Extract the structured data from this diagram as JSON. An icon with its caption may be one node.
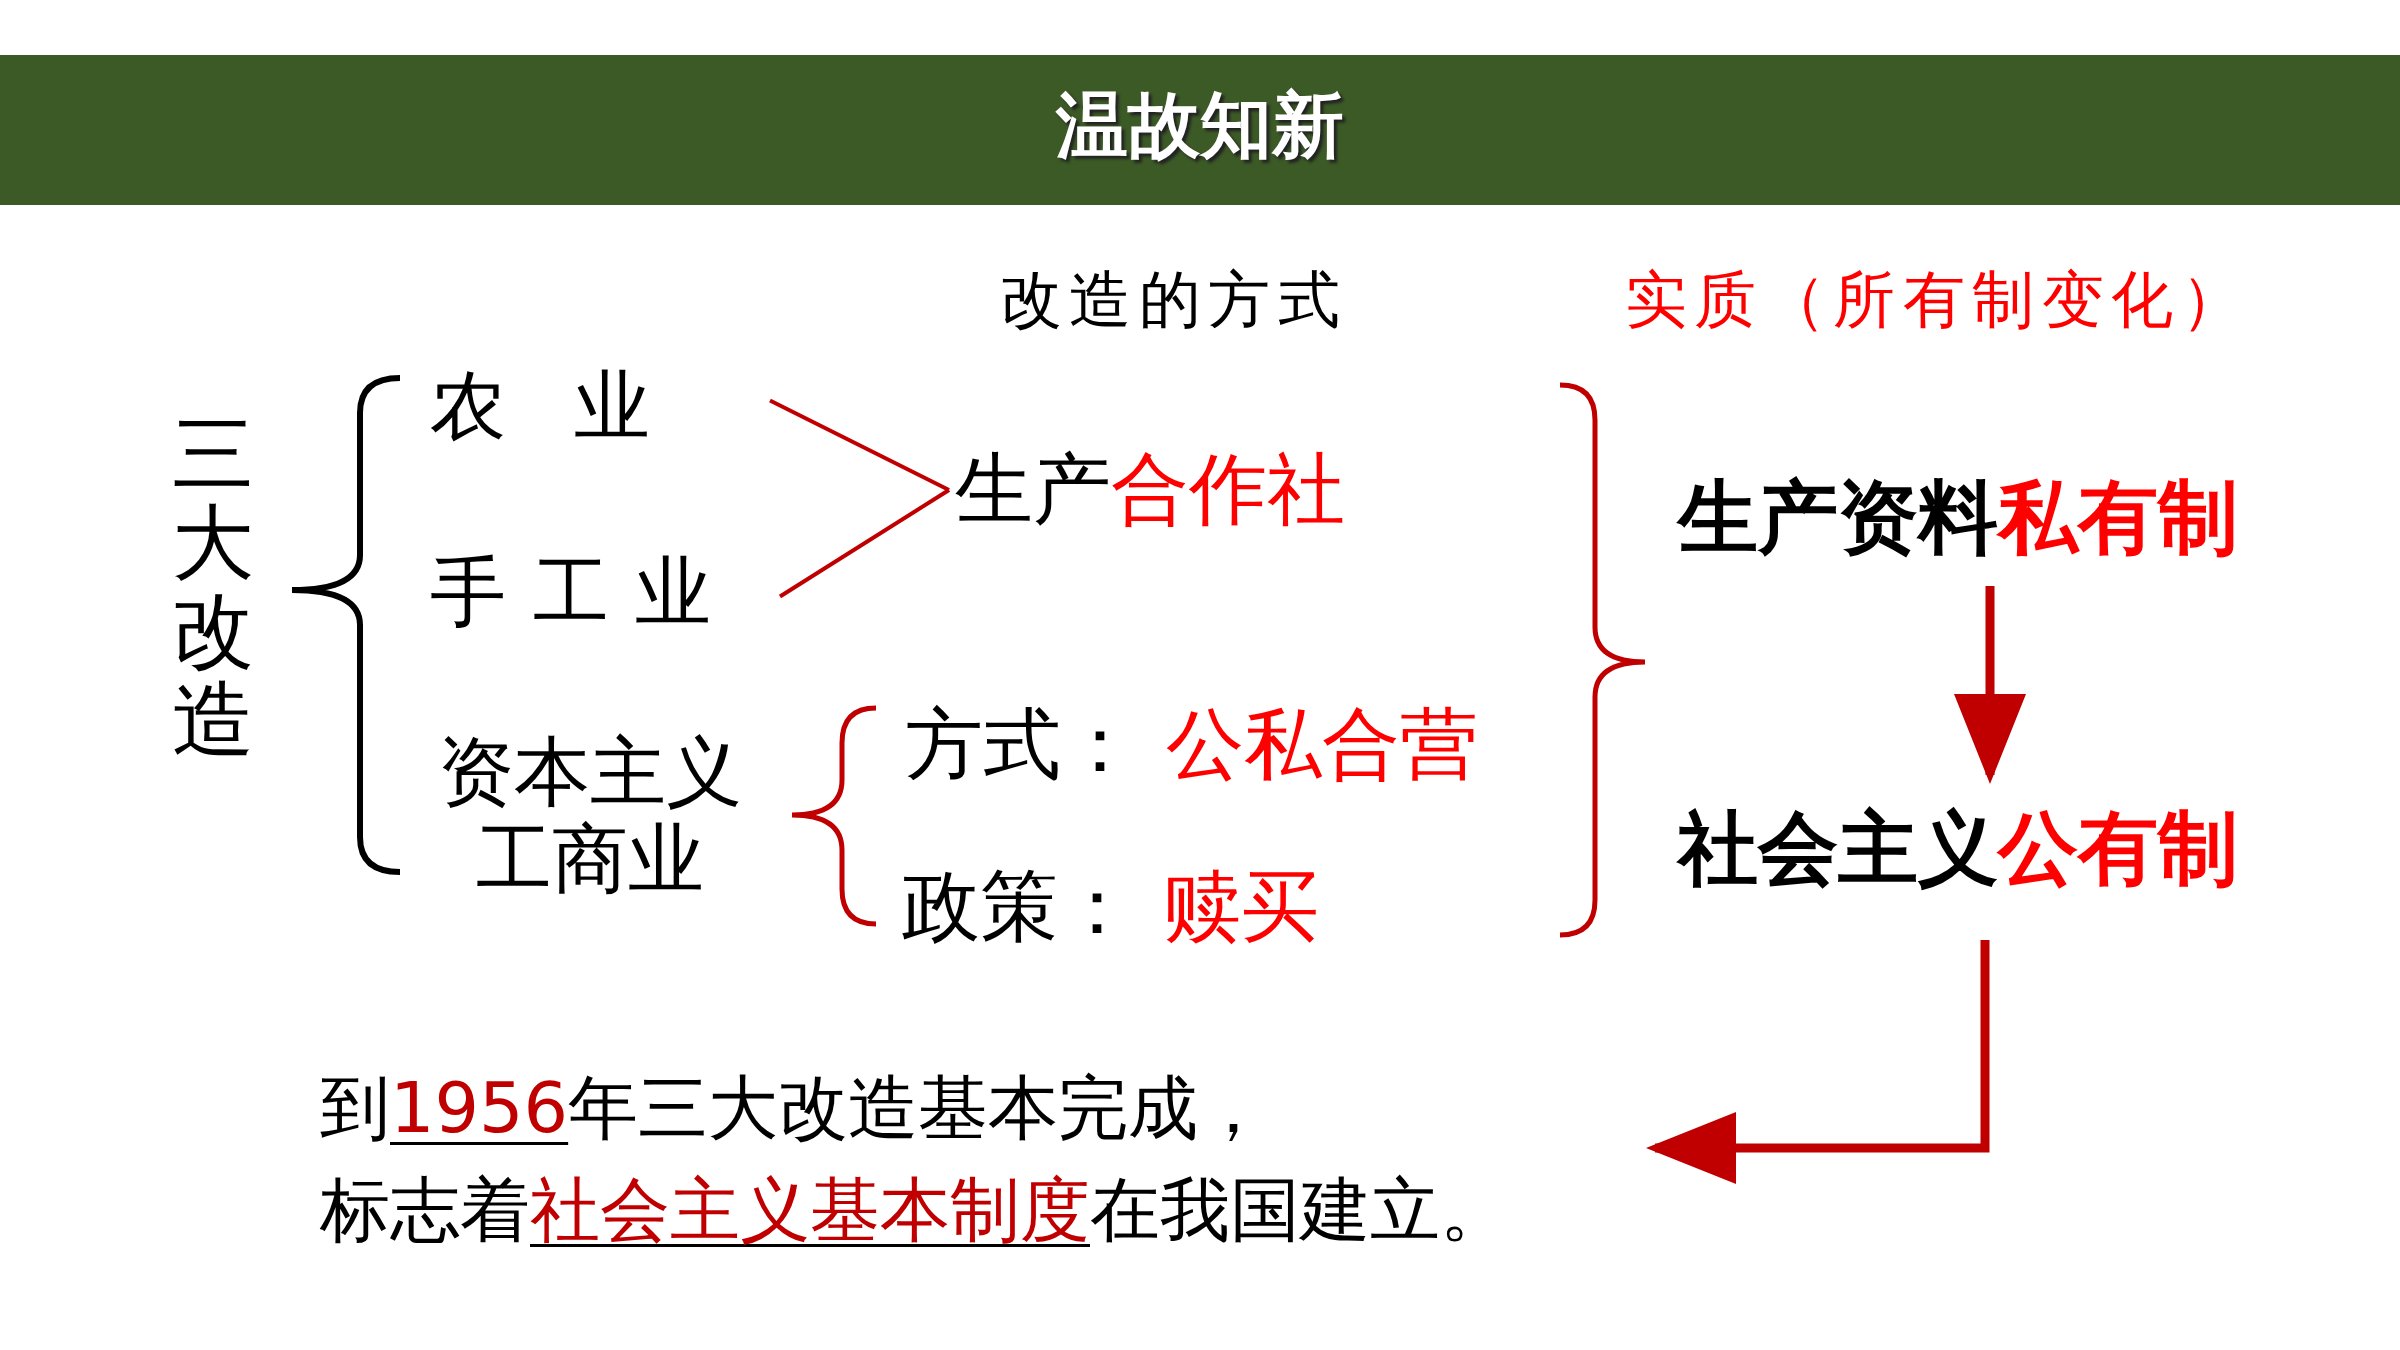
{
  "diagram": {
    "title": "温故知新",
    "nodes": [
      {
        "text": [
          "三大改造"
        ]
      },
      {
        "text": [
          "农业"
        ]
      },
      {
        "text": [
          "手工业"
        ]
      },
      {
        "text": [
          "资本主义工商业"
        ]
      },
      {
        "text": [
          "生产",
          "合作社"
        ]
      },
      {
        "text": [
          "方式：",
          "公私合营"
        ]
      },
      {
        "text": [
          "政策：",
          "赎买"
        ]
      },
      {
        "text": [
          "生产资料",
          "私有制"
        ]
      },
      {
        "text": [
          "社会主义",
          "公有制"
        ]
      },
      {
        "text": [
          "到",
          "1956",
          "年三大改造基本完成，",
          "标志着",
          "社会主义基本制度",
          "在我国建立。"
        ]
      }
    ],
    "edges": [
      {
        "from": 1,
        "to": 4,
        "arrow": "none"
      },
      {
        "from": 2,
        "to": 4,
        "arrow": "none"
      },
      {
        "from": 7,
        "to": 8,
        "arrow": "to",
        "style": "thick"
      },
      {
        "from": 8,
        "to": 9,
        "arrow": "to",
        "style": "thick"
      }
    ],
    "labels": [
      "改造的方式",
      "实质（所有制变化）"
    ]
  }
}
